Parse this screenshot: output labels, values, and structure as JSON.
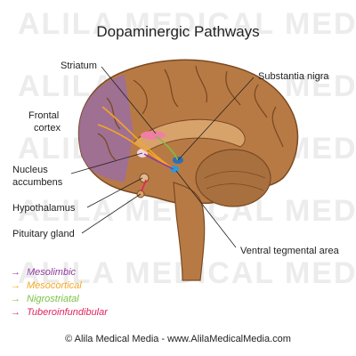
{
  "title": "Dopaminergic Pathways",
  "labels": {
    "striatum": "Striatum",
    "substantia_nigra": "Substantia nigra",
    "frontal_cortex_1": "Frontal",
    "frontal_cortex_2": "cortex",
    "nucleus_accumbens_1": "Nucleus",
    "nucleus_accumbens_2": "accumbens",
    "hypothalamus": "Hypothalamus",
    "pituitary": "Pituitary gland",
    "vta": "Ventral tegmental area"
  },
  "legend": [
    {
      "label": "Mesolimbic",
      "color": "#8e3a9e"
    },
    {
      "label": "Mesocortical",
      "color": "#f5a623"
    },
    {
      "label": "Nigrostriatal",
      "color": "#7ac143"
    },
    {
      "label": "Tuberoinfundibular",
      "color": "#e0245e"
    }
  ],
  "footer": "© Alila Medical Media - www.AlilaMedicalMedia.com",
  "watermark": "ALILA MEDICAL MEDIA",
  "colors": {
    "brain": "#b87a45",
    "brain_dark": "#8a5628",
    "cortex_highlight": "#9a6fa0",
    "watermark": "#d8d8d8"
  }
}
